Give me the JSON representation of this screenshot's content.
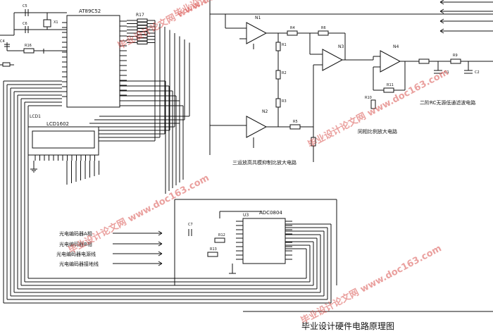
{
  "chips": {
    "mcu": "AT89C52",
    "adc": "ADC0804",
    "lcd": "LCD1602",
    "lcd_ref": "LCD1",
    "adc_ref": "U3"
  },
  "refs": {
    "c5": "C5",
    "c6": "C6",
    "c4": "C4",
    "x1": "X1",
    "r16": "R16",
    "r17": "R17",
    "n1": "N1",
    "n2": "N2",
    "n3": "N3",
    "n4": "N4",
    "r1": "R1",
    "r2": "R2",
    "r3": "R3",
    "r4": "R4",
    "r5": "R5",
    "r6": "R6",
    "r9": "R9",
    "r10": "R10",
    "r11": "R11",
    "c1": "C1",
    "c2": "C2",
    "r12": "R12",
    "r13": "R13",
    "c7": "C7"
  },
  "circuit_labels": {
    "inamp": "三运放高共模抑制比放大电路",
    "prop_amp": "同相比例放大电路",
    "lowpass": "二阶RC无源低通滤波电路"
  },
  "encoder_labels": [
    "光电编码器A相",
    "光电编码器B相",
    "光电编码器电源线",
    "光电编码器接地线"
  ],
  "diagram_title": "毕业设计硬件电路原理图",
  "watermark": {
    "text": "毕业设计论文网 www.doc163.com",
    "color": "#d9534f"
  }
}
